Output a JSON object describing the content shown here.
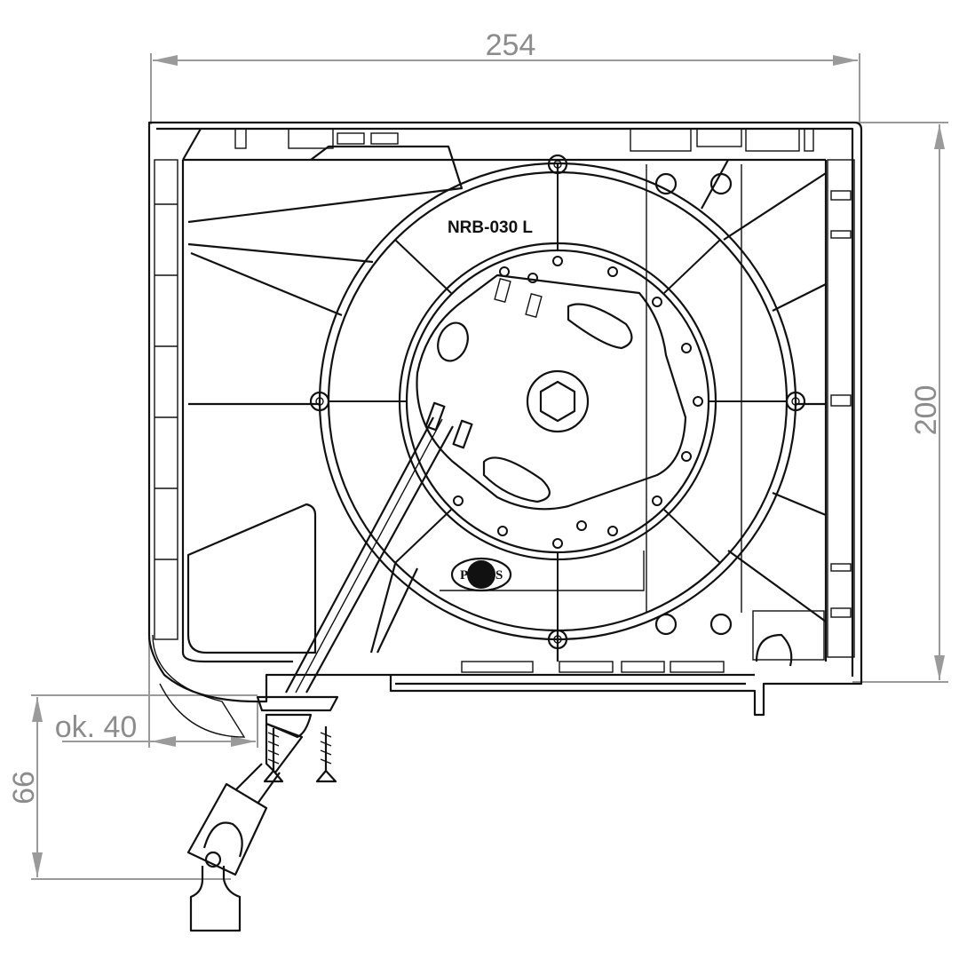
{
  "drawing": {
    "model_label": "NRB-030 L",
    "logo_text": "POLBOS",
    "logo_left_letter": "P",
    "logo_right_letter": "S"
  },
  "dimensions": {
    "width": "254",
    "height": "200",
    "offset": "ok. 40",
    "crank_drop": "66"
  },
  "colors": {
    "line": "#111111",
    "dimension": "#9a9a9a"
  }
}
